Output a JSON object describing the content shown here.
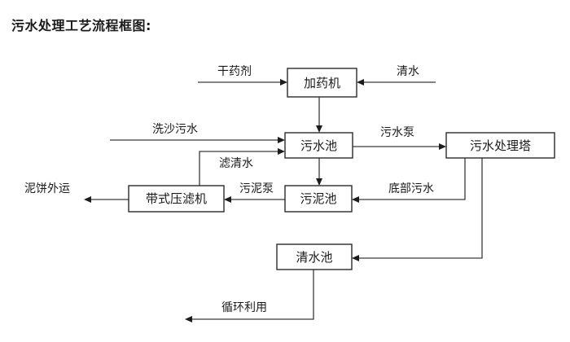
{
  "document": {
    "title": "污水处理工艺流程框图:",
    "type": "process-flow-diagram",
    "background_color": "#ffffff",
    "line_color": "#3a3a3a",
    "text_color": "#1a1a1a"
  },
  "nodes": {
    "dosing_machine": {
      "label": "加药机"
    },
    "sewage_pool": {
      "label": "污水池"
    },
    "sewage_tower": {
      "label": "污水处理塔"
    },
    "belt_filter_press": {
      "label": "带式压滤机"
    },
    "sludge_pool": {
      "label": "污泥池"
    },
    "clean_water_pool": {
      "label": "清水池"
    }
  },
  "edge_labels": {
    "dry_agent": "干药剂",
    "clean_water_in": "清水",
    "sand_wash_sewage": "洗沙污水",
    "filtered_water": "滤清水",
    "sewage_pump": "污水泵",
    "mud_cake_out": "泥饼外运",
    "sludge_pump": "污泥泵",
    "bottom_sewage": "底部污水",
    "recycle_use": "循环利用"
  }
}
